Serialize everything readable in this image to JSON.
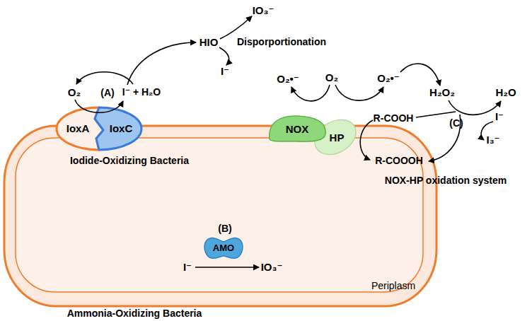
{
  "diagram": {
    "nodes": [
      {
        "text": [
          "Ammonia-Oxidizing Bacteria"
        ]
      },
      {
        "text": [
          "Iodide-Oxidizing Bacteria"
        ],
        "in": 0
      },
      {
        "text": [
          "IoxA"
        ]
      },
      {
        "text": [
          "IoxC"
        ]
      },
      {
        "text": [
          "NOX"
        ]
      },
      {
        "text": [
          "HP"
        ]
      },
      {
        "text": [
          "AMO"
        ]
      }
    ],
    "labels": [
      "O₂",
      "(A)",
      "I⁻ + H₂O",
      "HIO",
      "IO₃⁻",
      "Disporportionation",
      "I⁻",
      "O₂•⁻",
      "O₂",
      "O₂•⁻",
      "H₂O₂",
      "H₂O",
      "(C)",
      "I⁻",
      "R-COOH",
      "R-COOOH",
      "I₃⁻",
      "NOX-HP oxidation system",
      "(B)",
      "I⁻",
      "IO₃⁻",
      "Periplasm"
    ]
  }
}
